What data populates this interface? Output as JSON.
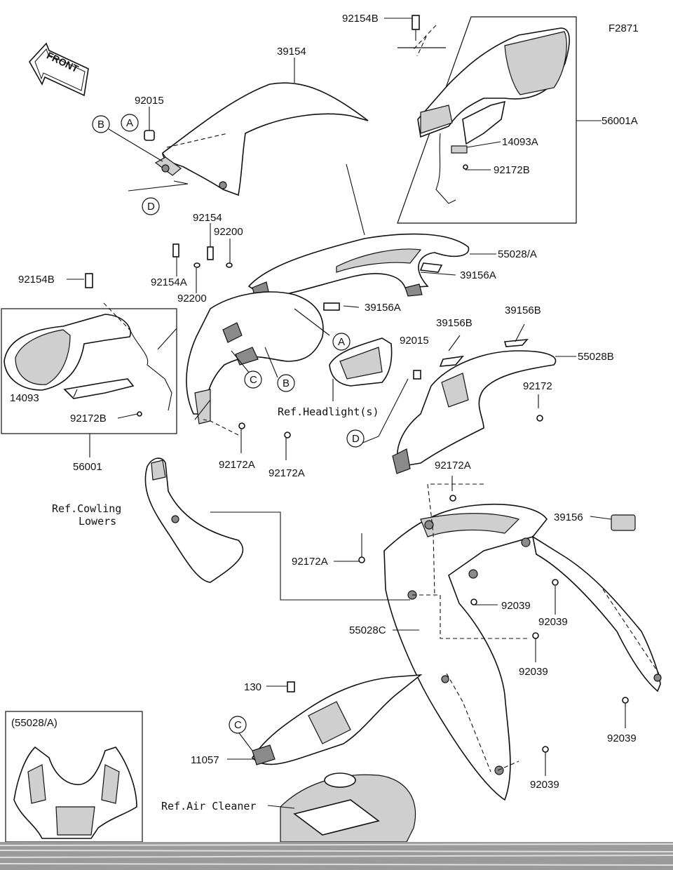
{
  "figure_id": "F2871",
  "front_arrow": "FRONT",
  "labels": {
    "p39154": "39154",
    "p92015a": "92015",
    "p92015b": "92015",
    "p92154B_top": "92154B",
    "p56001A": "56001A",
    "p14093A": "14093A",
    "p92172B_top": "92172B",
    "p92154": "92154",
    "p92200a": "92200",
    "p92200b": "92200",
    "p92154A": "92154A",
    "p55028A": "55028/A",
    "p39156A_1": "39156A",
    "p39156A_2": "39156A",
    "p92154B_left": "92154B",
    "p14093": "14093",
    "p92172B_left": "92172B",
    "p56001": "56001",
    "p39156B_1": "39156B",
    "p39156B_2": "39156B",
    "p55028B": "55028B",
    "p92172": "92172",
    "p92172A_1": "92172A",
    "p92172A_2": "92172A",
    "p92172A_3": "92172A",
    "p92172A_4": "92172A",
    "ref_headlight": "Ref.Headlight(s)",
    "ref_cowling_1": "Ref.Cowling",
    "ref_cowling_2": "Lowers",
    "p39156": "39156",
    "p92039_1": "92039",
    "p92039_2": "92039",
    "p92039_3": "92039",
    "p92039_4": "92039",
    "p92039_5": "92039",
    "p55028C": "55028C",
    "p130": "130",
    "p11057": "11057",
    "ref_air_cleaner": "Ref.Air Cleaner",
    "inset_title": "(55028/A)"
  },
  "callouts": {
    "A1": "A",
    "B1": "B",
    "D1": "D",
    "A2": "A",
    "B2": "B",
    "C1": "C",
    "D2": "D",
    "C2": "C"
  }
}
